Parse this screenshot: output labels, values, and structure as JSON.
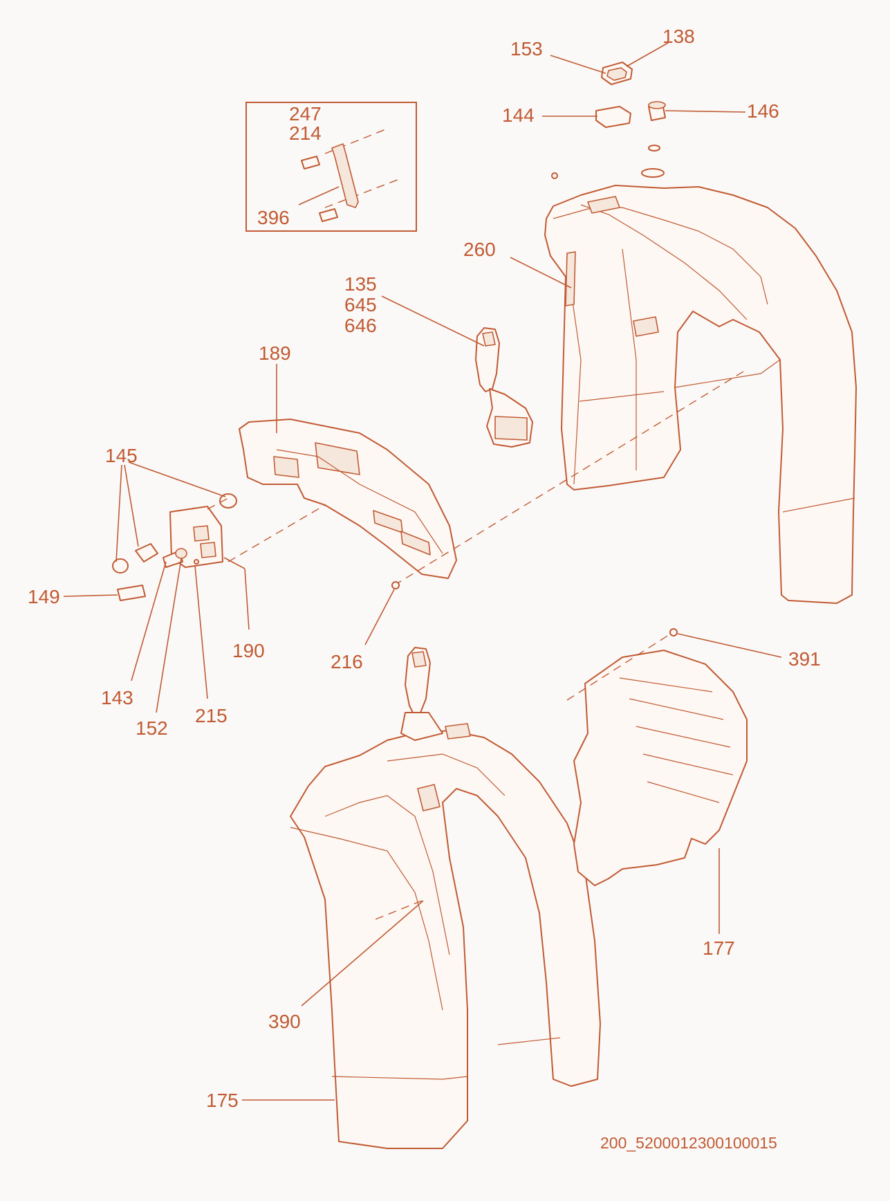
{
  "diagram": {
    "callouts": [
      {
        "id": "c153",
        "text": "153"
      },
      {
        "id": "c138",
        "text": "138"
      },
      {
        "id": "c144",
        "text": "144"
      },
      {
        "id": "c146",
        "text": "146"
      },
      {
        "id": "c247",
        "text": "247"
      },
      {
        "id": "c214",
        "text": "214"
      },
      {
        "id": "c396",
        "text": "396"
      },
      {
        "id": "c260",
        "text": "260"
      },
      {
        "id": "c135",
        "text": "135"
      },
      {
        "id": "c645",
        "text": "645"
      },
      {
        "id": "c646",
        "text": "646"
      },
      {
        "id": "c189",
        "text": "189"
      },
      {
        "id": "c145",
        "text": "145"
      },
      {
        "id": "c149",
        "text": "149"
      },
      {
        "id": "c190",
        "text": "190"
      },
      {
        "id": "c216",
        "text": "216"
      },
      {
        "id": "c143",
        "text": "143"
      },
      {
        "id": "c152",
        "text": "152"
      },
      {
        "id": "c215",
        "text": "215"
      },
      {
        "id": "c391",
        "text": "391"
      },
      {
        "id": "c177",
        "text": "177"
      },
      {
        "id": "c390",
        "text": "390"
      },
      {
        "id": "c175",
        "text": "175"
      }
    ],
    "drawing_number": "200_5200012300100015",
    "accent_color": "#c15a33"
  }
}
